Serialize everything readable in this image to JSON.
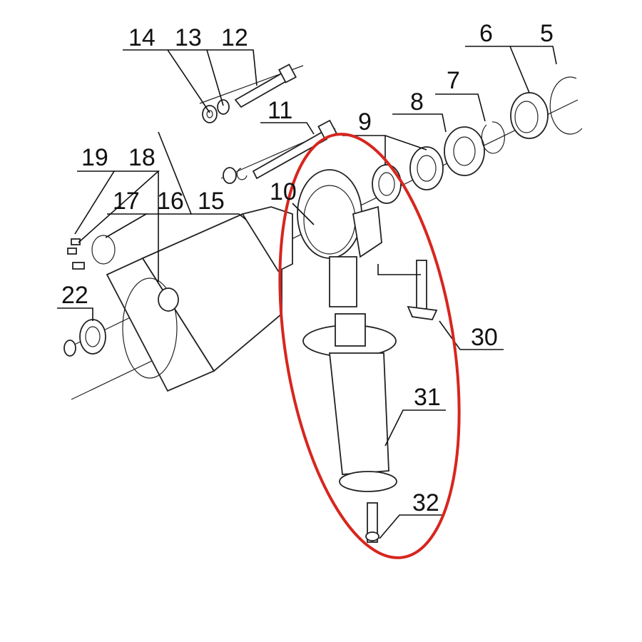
{
  "diagram": {
    "part_labels": {
      "p14": "14",
      "p13": "13",
      "p12": "12",
      "p11": "11",
      "p9": "9",
      "p8": "8",
      "p7": "7",
      "p6": "6",
      "p5": "5",
      "p19": "19",
      "p18": "18",
      "p17": "17",
      "p16": "16",
      "p15": "15",
      "p10": "10",
      "p22": "22",
      "p30": "30",
      "p31": "31",
      "p32": "32"
    },
    "highlight_color": "#d7261e"
  }
}
